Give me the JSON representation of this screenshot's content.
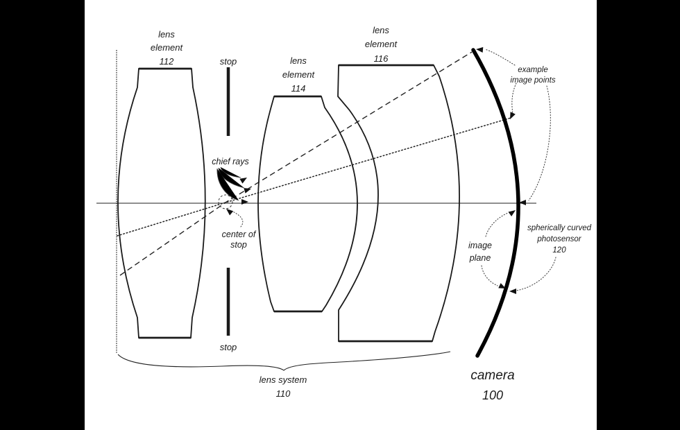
{
  "figure": {
    "labels": {
      "lens112": [
        "lens",
        "element",
        "112"
      ],
      "lens114": [
        "lens",
        "element",
        "114"
      ],
      "lens116": [
        "lens",
        "element",
        "116"
      ],
      "stop_top": "stop",
      "stop_bottom": "stop",
      "chief_rays": "chief rays",
      "center_of_stop": [
        "center of",
        "stop"
      ],
      "example_image_points": [
        "example",
        "image points"
      ],
      "image_plane": [
        "image",
        "plane"
      ],
      "photosensor": [
        "spherically curved",
        "photosensor",
        "120"
      ],
      "lens_system": [
        "lens system",
        "110"
      ],
      "camera": [
        "camera",
        "100"
      ]
    },
    "colors": {
      "ink": "#1a1a1a",
      "canvas": "#ffffff",
      "matte": "#000000"
    }
  }
}
